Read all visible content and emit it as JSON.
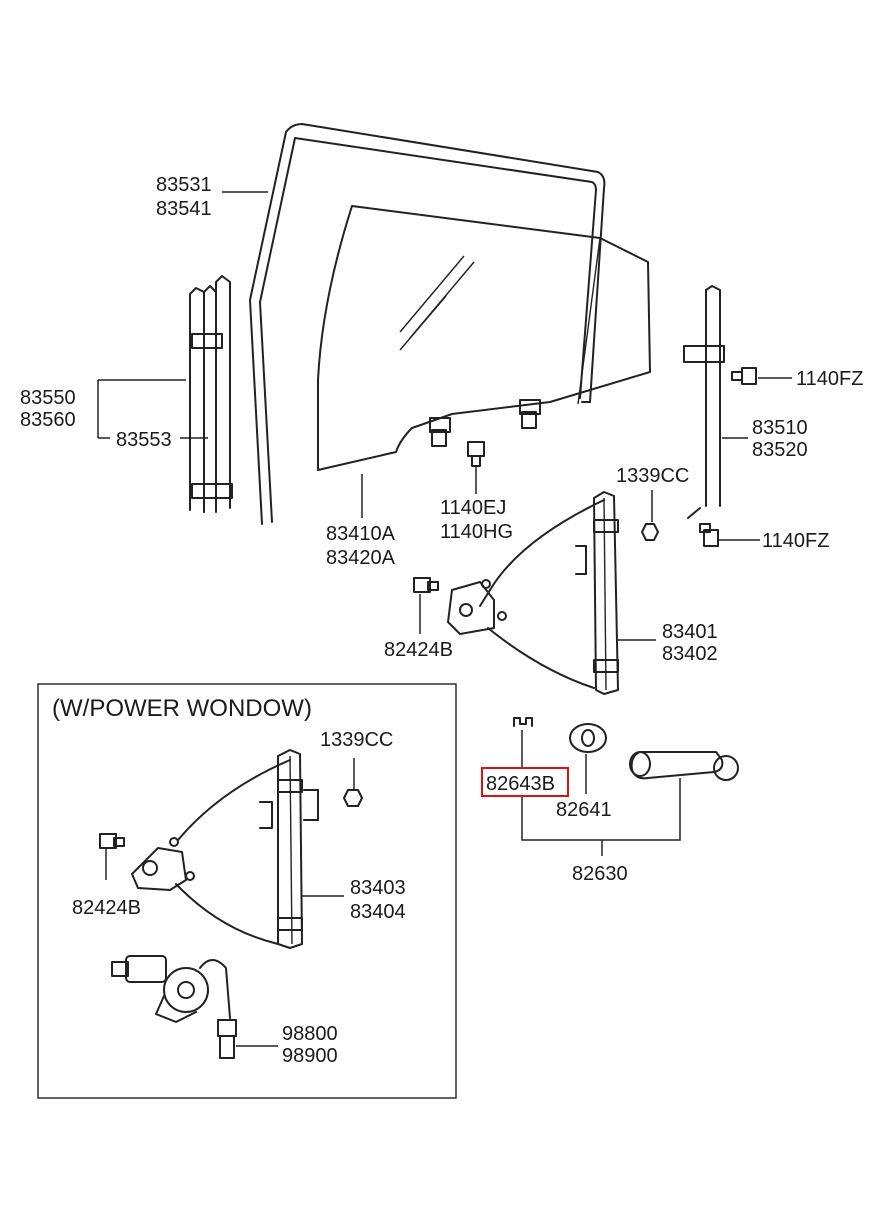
{
  "inset_title": "(W/POWER WONDOW)",
  "highlight_color": "#dd1111",
  "labels": {
    "p83531": "83531",
    "p83541": "83541",
    "p83550": "83550",
    "p83560": "83560",
    "p83553": "83553",
    "p83410A": "83410A",
    "p83420A": "83420A",
    "p1140EJ": "1140EJ",
    "p1140HG": "1140HG",
    "p1140FZ_top": "1140FZ",
    "p83510": "83510",
    "p83520": "83520",
    "p1339CC_top": "1339CC",
    "p1140FZ_mid": "1140FZ",
    "p83401": "83401",
    "p83402": "83402",
    "p82424B_top": "82424B",
    "p82643B": "82643B",
    "p82641": "82641",
    "p82630": "82630",
    "p1339CC_box": "1339CC",
    "p82424B_box": "82424B",
    "p83403": "83403",
    "p83404": "83404",
    "p98800": "98800",
    "p98900": "98900"
  }
}
